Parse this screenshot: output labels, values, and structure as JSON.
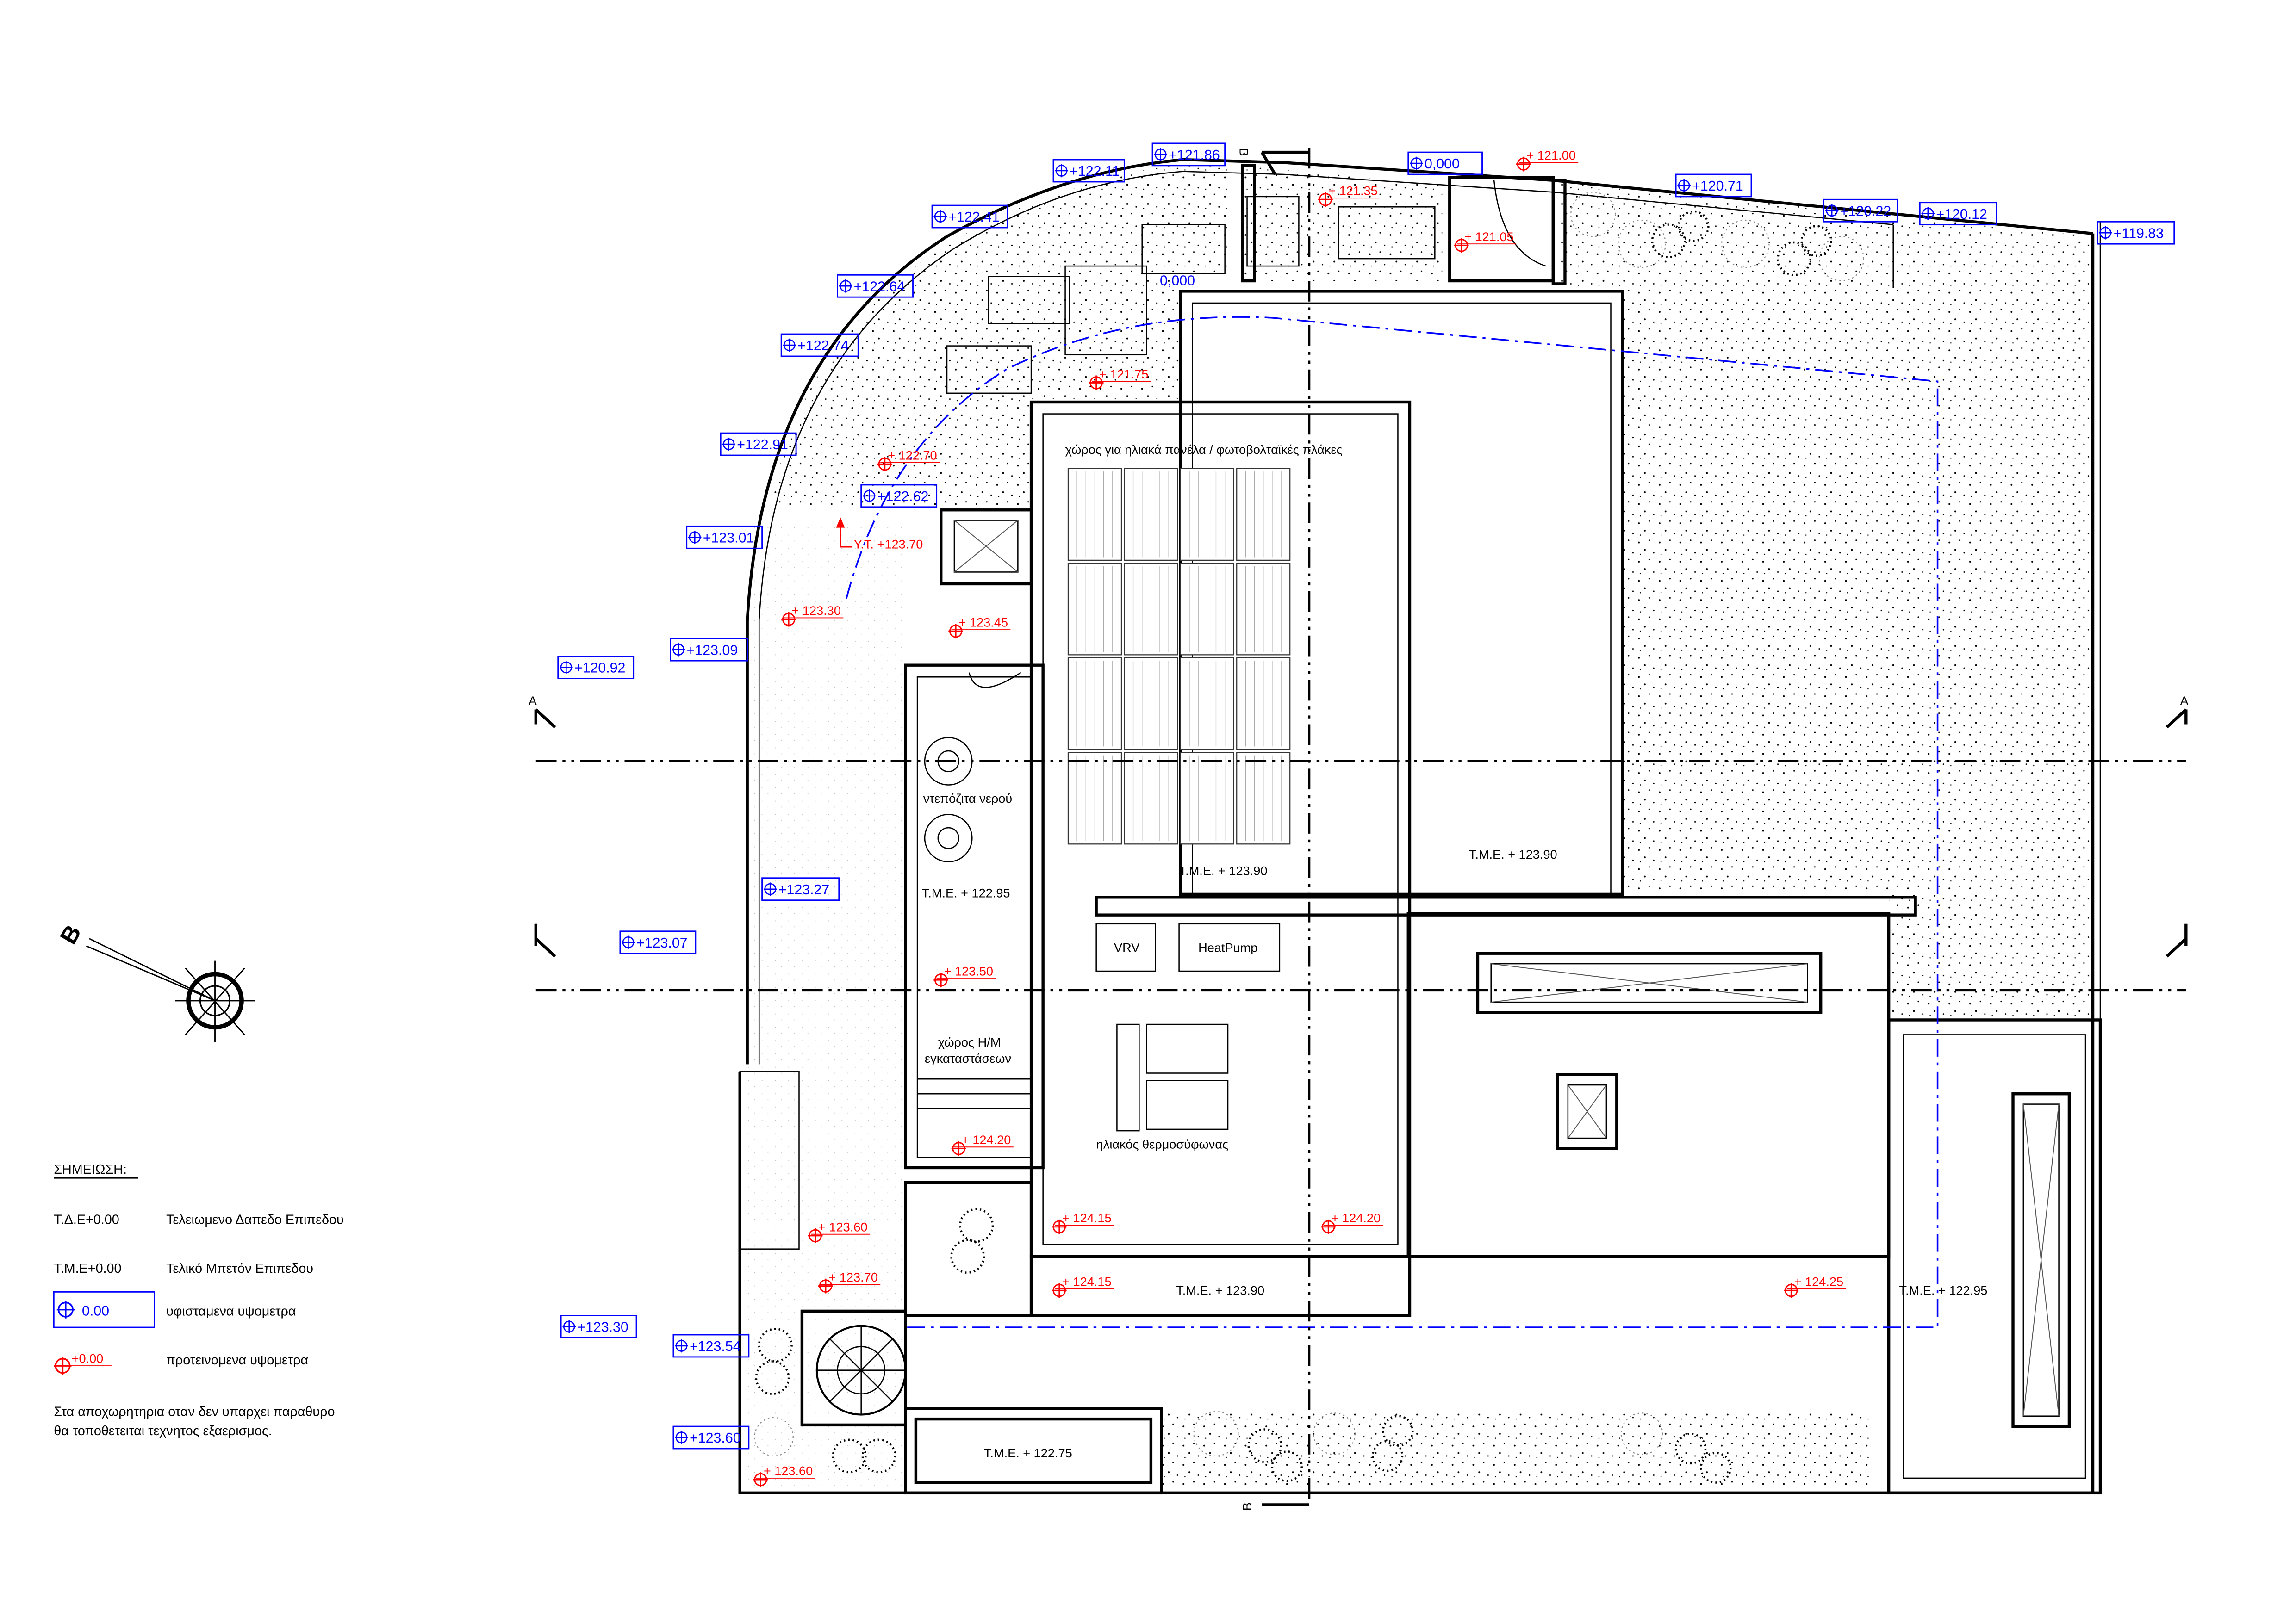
{
  "existing_elevations": [
    "+122.11",
    "+121.86",
    "0,000",
    "+120.71",
    "+120.22",
    "+120.12",
    "+119.83",
    "+122.41",
    "+122.64",
    "+122.74",
    "+122.91",
    "+122.62",
    "+123.01",
    "+123.09",
    "+120.92",
    "+123.27",
    "+123.07",
    "+123.30",
    "+123.54",
    "+123.60"
  ],
  "existing_plain": "0,000",
  "proposed_elevations": [
    "+ 121.00",
    "+ 121.35",
    "+ 121.05",
    "+ 121.75",
    "+ 122.70",
    "+ 123.30",
    "+ 123.45",
    "+ 123.50",
    "+ 124.20",
    "+ 123.60",
    "+ 123.70",
    "+ 123.60",
    "+ 124.15",
    "+ 124.20",
    "+ 124.15",
    "+ 124.25"
  ],
  "ridge_label": "Y.T. +123.70",
  "rooms": {
    "solar_area": "χώρος για ηλιακά πανέλα / φωτοβολταϊκές πλάκες",
    "tme_solar": "T.M.E. + 123.90",
    "tme_top_right": "T.M.E. + 123.90",
    "water_tanks": "ντεπόζιτα νερού",
    "tme_tanks": "T.M.E. + 122.95",
    "vrv": "VRV",
    "heatpump": "HeatPump",
    "em_room_1": "χώρος Η/Μ",
    "em_room_2": "εγκαταστάσεων",
    "solar_heater": "ηλιακός θερμοσύφωνας",
    "tme_lower": "T.M.E. + 123.90",
    "tme_right": "T.M.E. + 122.95",
    "tme_bottom": "T.M.E. + 122.75"
  },
  "sections": {
    "a": "A",
    "b": "B"
  },
  "compass_label": "B",
  "legend": {
    "title": "ΣΗΜΕΙΩΣΗ:",
    "rows": [
      {
        "key": "Τ.Δ.Ε+0.00",
        "desc": "Τελειωμενο Δαπεδο Επιπεδου"
      },
      {
        "key": "Τ.Μ.Ε+0.00",
        "desc": "Τελικό Μπετόν Επιπεδου"
      },
      {
        "key": "0.00",
        "desc": "υφισταμενα υψομετρα"
      },
      {
        "key": "+0.00",
        "desc": "προτεινομενα υψομετρα"
      }
    ],
    "note_1": "Στα αποχωρητηρια οταν δεν υπαρχει παραθυρο",
    "note_2": "θα τοποθετειται τεχνητος εξαερισμος."
  },
  "colors": {
    "existing": "#0000ff",
    "proposed": "#ff0000",
    "lines": "#000000"
  }
}
